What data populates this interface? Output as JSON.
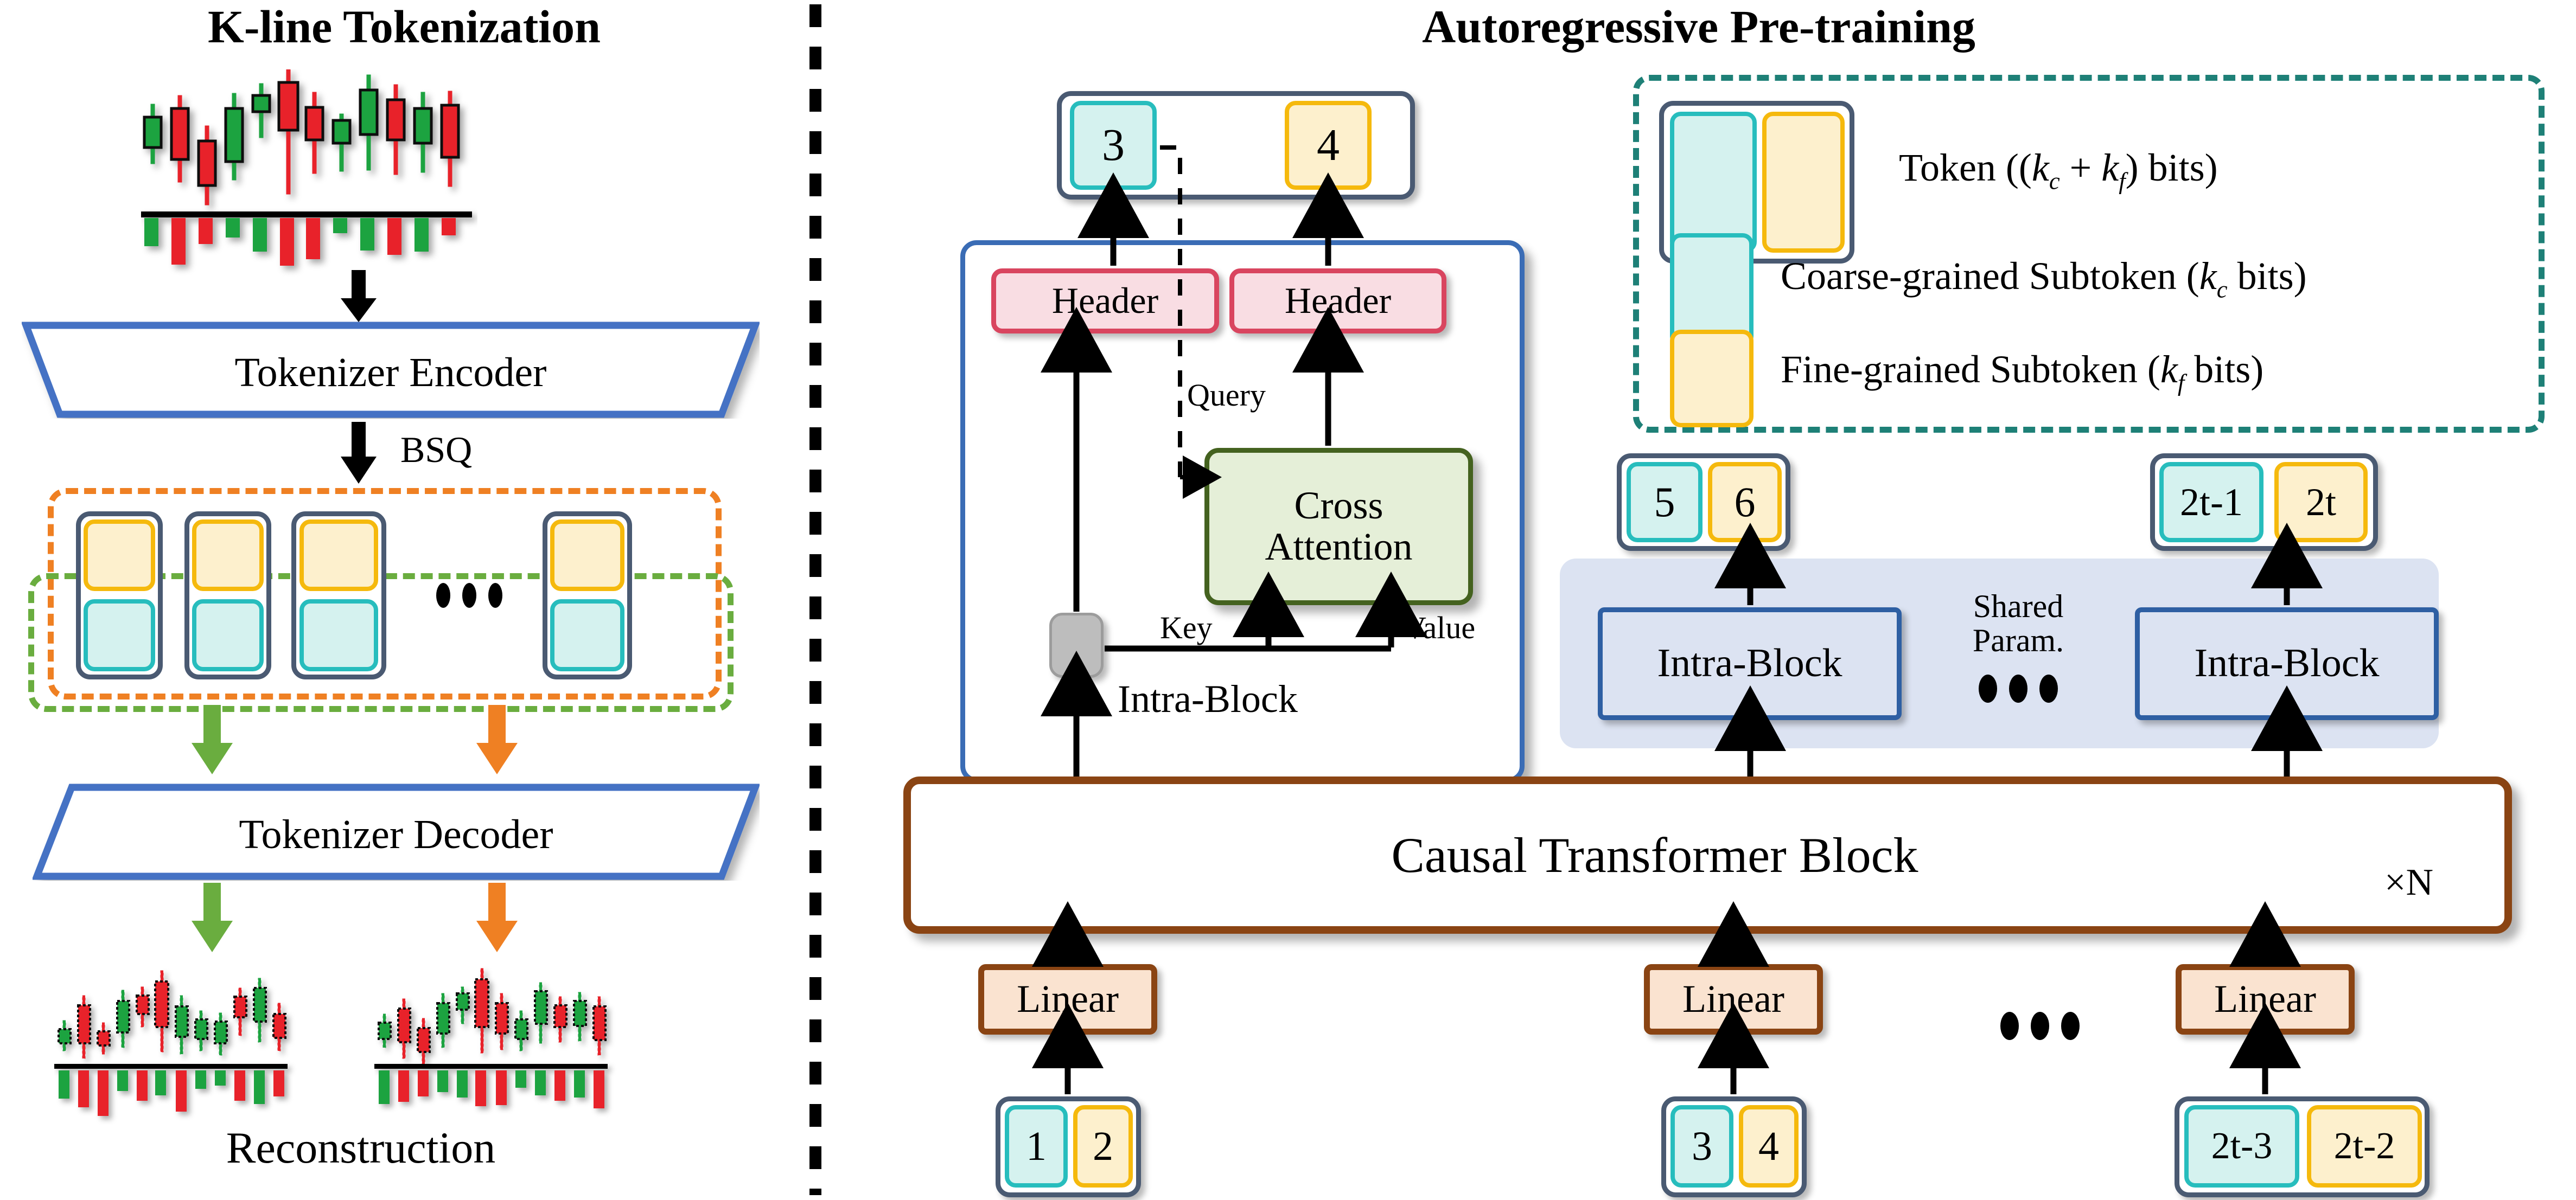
{
  "left_panel": {
    "title": "K-line Tokenization",
    "encoder_label": "Tokenizer Encoder",
    "decoder_label": "Tokenizer Decoder",
    "bsq_label": "BSQ",
    "reconstruction_label": "Reconstruction",
    "ellipsis": "• • •"
  },
  "right_panel": {
    "title": "Autoregressive Pre-training",
    "output_tokens": [
      {
        "coarse": "3",
        "fine": "4"
      },
      {
        "coarse": "5",
        "fine": "6"
      },
      {
        "coarse": "2t-1",
        "fine": "2t"
      }
    ],
    "intra_block": {
      "header_left": "Header",
      "header_right": "Header",
      "cross_attention": "Cross\nAttention",
      "cross_attention_line1": "Cross",
      "cross_attention_line2": "Attention",
      "query_label": "Query",
      "key_label": "Key",
      "value_label": "Value",
      "block_label": "Intra-Block"
    },
    "shared": {
      "shared_line1": "Shared",
      "shared_line2": "Param.",
      "intra_block_label": "Intra-Block"
    },
    "transformer": {
      "label": "Causal Transformer Block",
      "repeat": "×N"
    },
    "linear_label": "Linear",
    "input_tokens": [
      {
        "coarse": "1",
        "fine": "2"
      },
      {
        "coarse": "3",
        "fine": "4"
      },
      {
        "coarse": "2t-3",
        "fine": "2t-2"
      }
    ],
    "ellipsis": "• • •"
  },
  "legend": {
    "items": [
      {
        "type": "token",
        "label": "Token ((kᴄ + kꜰ) bits)",
        "label_plain": "Token ((kc + kf) bits)"
      },
      {
        "type": "coarse",
        "label": "Coarse-grained Subtoken (kc bits)"
      },
      {
        "type": "fine",
        "label": "Fine-grained Subtoken (kf bits)"
      }
    ],
    "token_text_pre": "Token ((",
    "token_k1": "k",
    "token_k1sub": "c",
    "token_plus": " + ",
    "token_k2": "k",
    "token_k2sub": "f",
    "token_text_post": ") bits)",
    "coarse_text_pre": "Coarse-grained Subtoken (",
    "coarse_k": "k",
    "coarse_ksub": "c",
    "coarse_text_post": " bits)",
    "fine_text_pre": "Fine-grained Subtoken (",
    "fine_k": "k",
    "fine_ksub": "f",
    "fine_text_post": " bits)"
  },
  "colors": {
    "coarse_fill": "#d5f2ef",
    "coarse_border": "#27bdbd",
    "fine_fill": "#fdf0cd",
    "fine_border": "#f5b90d",
    "token_border": "#4a5a72",
    "header_fill": "#f9dde3",
    "header_border": "#d9455f",
    "cross_fill": "#e5efd8",
    "cross_border": "#44621f",
    "intra_border": "#2e5fa3",
    "intra_fill": "#dce3f2",
    "transformer_border": "#8a4413",
    "linear_fill": "#fae3d0",
    "linear_border": "#8a4413",
    "legend_border": "#1e8077",
    "dash_orange": "#ef8023",
    "dash_green": "#6aad3f",
    "encoder_border": "#4472c4",
    "candle_up": "#1fa33f",
    "candle_down": "#e8232a"
  },
  "chart_data": {
    "type": "candlestick",
    "input_series": {
      "candles": [
        {
          "o": 118,
          "h": 92,
          "l": 162,
          "c": 146,
          "dir": "up"
        },
        {
          "o": 176,
          "h": 102,
          "l": 200,
          "c": 128,
          "dir": "down"
        },
        {
          "o": 148,
          "h": 132,
          "l": 215,
          "c": 188,
          "dir": "down"
        },
        {
          "o": 122,
          "h": 96,
          "l": 172,
          "c": 158,
          "dir": "up"
        },
        {
          "o": 102,
          "h": 80,
          "l": 126,
          "c": 110,
          "dir": "up"
        },
        {
          "o": 74,
          "h": 52,
          "l": 150,
          "c": 132,
          "dir": "down"
        },
        {
          "o": 112,
          "h": 88,
          "l": 165,
          "c": 142,
          "dir": "down"
        },
        {
          "o": 126,
          "h": 118,
          "l": 152,
          "c": 140,
          "dir": "up"
        },
        {
          "o": 92,
          "h": 68,
          "l": 148,
          "c": 130,
          "dir": "up"
        },
        {
          "o": 100,
          "h": 74,
          "l": 142,
          "c": 126,
          "dir": "down"
        },
        {
          "o": 116,
          "h": 98,
          "l": 152,
          "c": 138,
          "dir": "up"
        },
        {
          "o": 112,
          "h": 86,
          "l": 158,
          "c": 142,
          "dir": "down"
        }
      ],
      "volumes": [
        46,
        78,
        44,
        38,
        60,
        84,
        72,
        26,
        58,
        64,
        60,
        30
      ]
    }
  }
}
